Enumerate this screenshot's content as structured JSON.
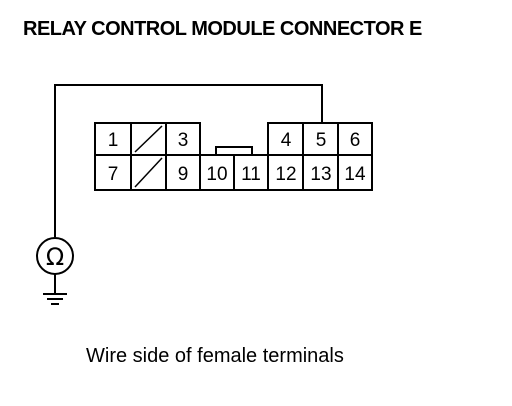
{
  "title": "RELAY CONTROL MODULE CONNECTOR E",
  "caption": "Wire side of female terminals",
  "meter_symbol": "Ω",
  "connector": {
    "top_row": [
      "1",
      "",
      "3",
      "",
      "",
      "",
      "4",
      "5",
      "6"
    ],
    "bottom_row": [
      "7",
      "",
      "9",
      "10",
      "11",
      "12",
      "13",
      "14"
    ]
  }
}
